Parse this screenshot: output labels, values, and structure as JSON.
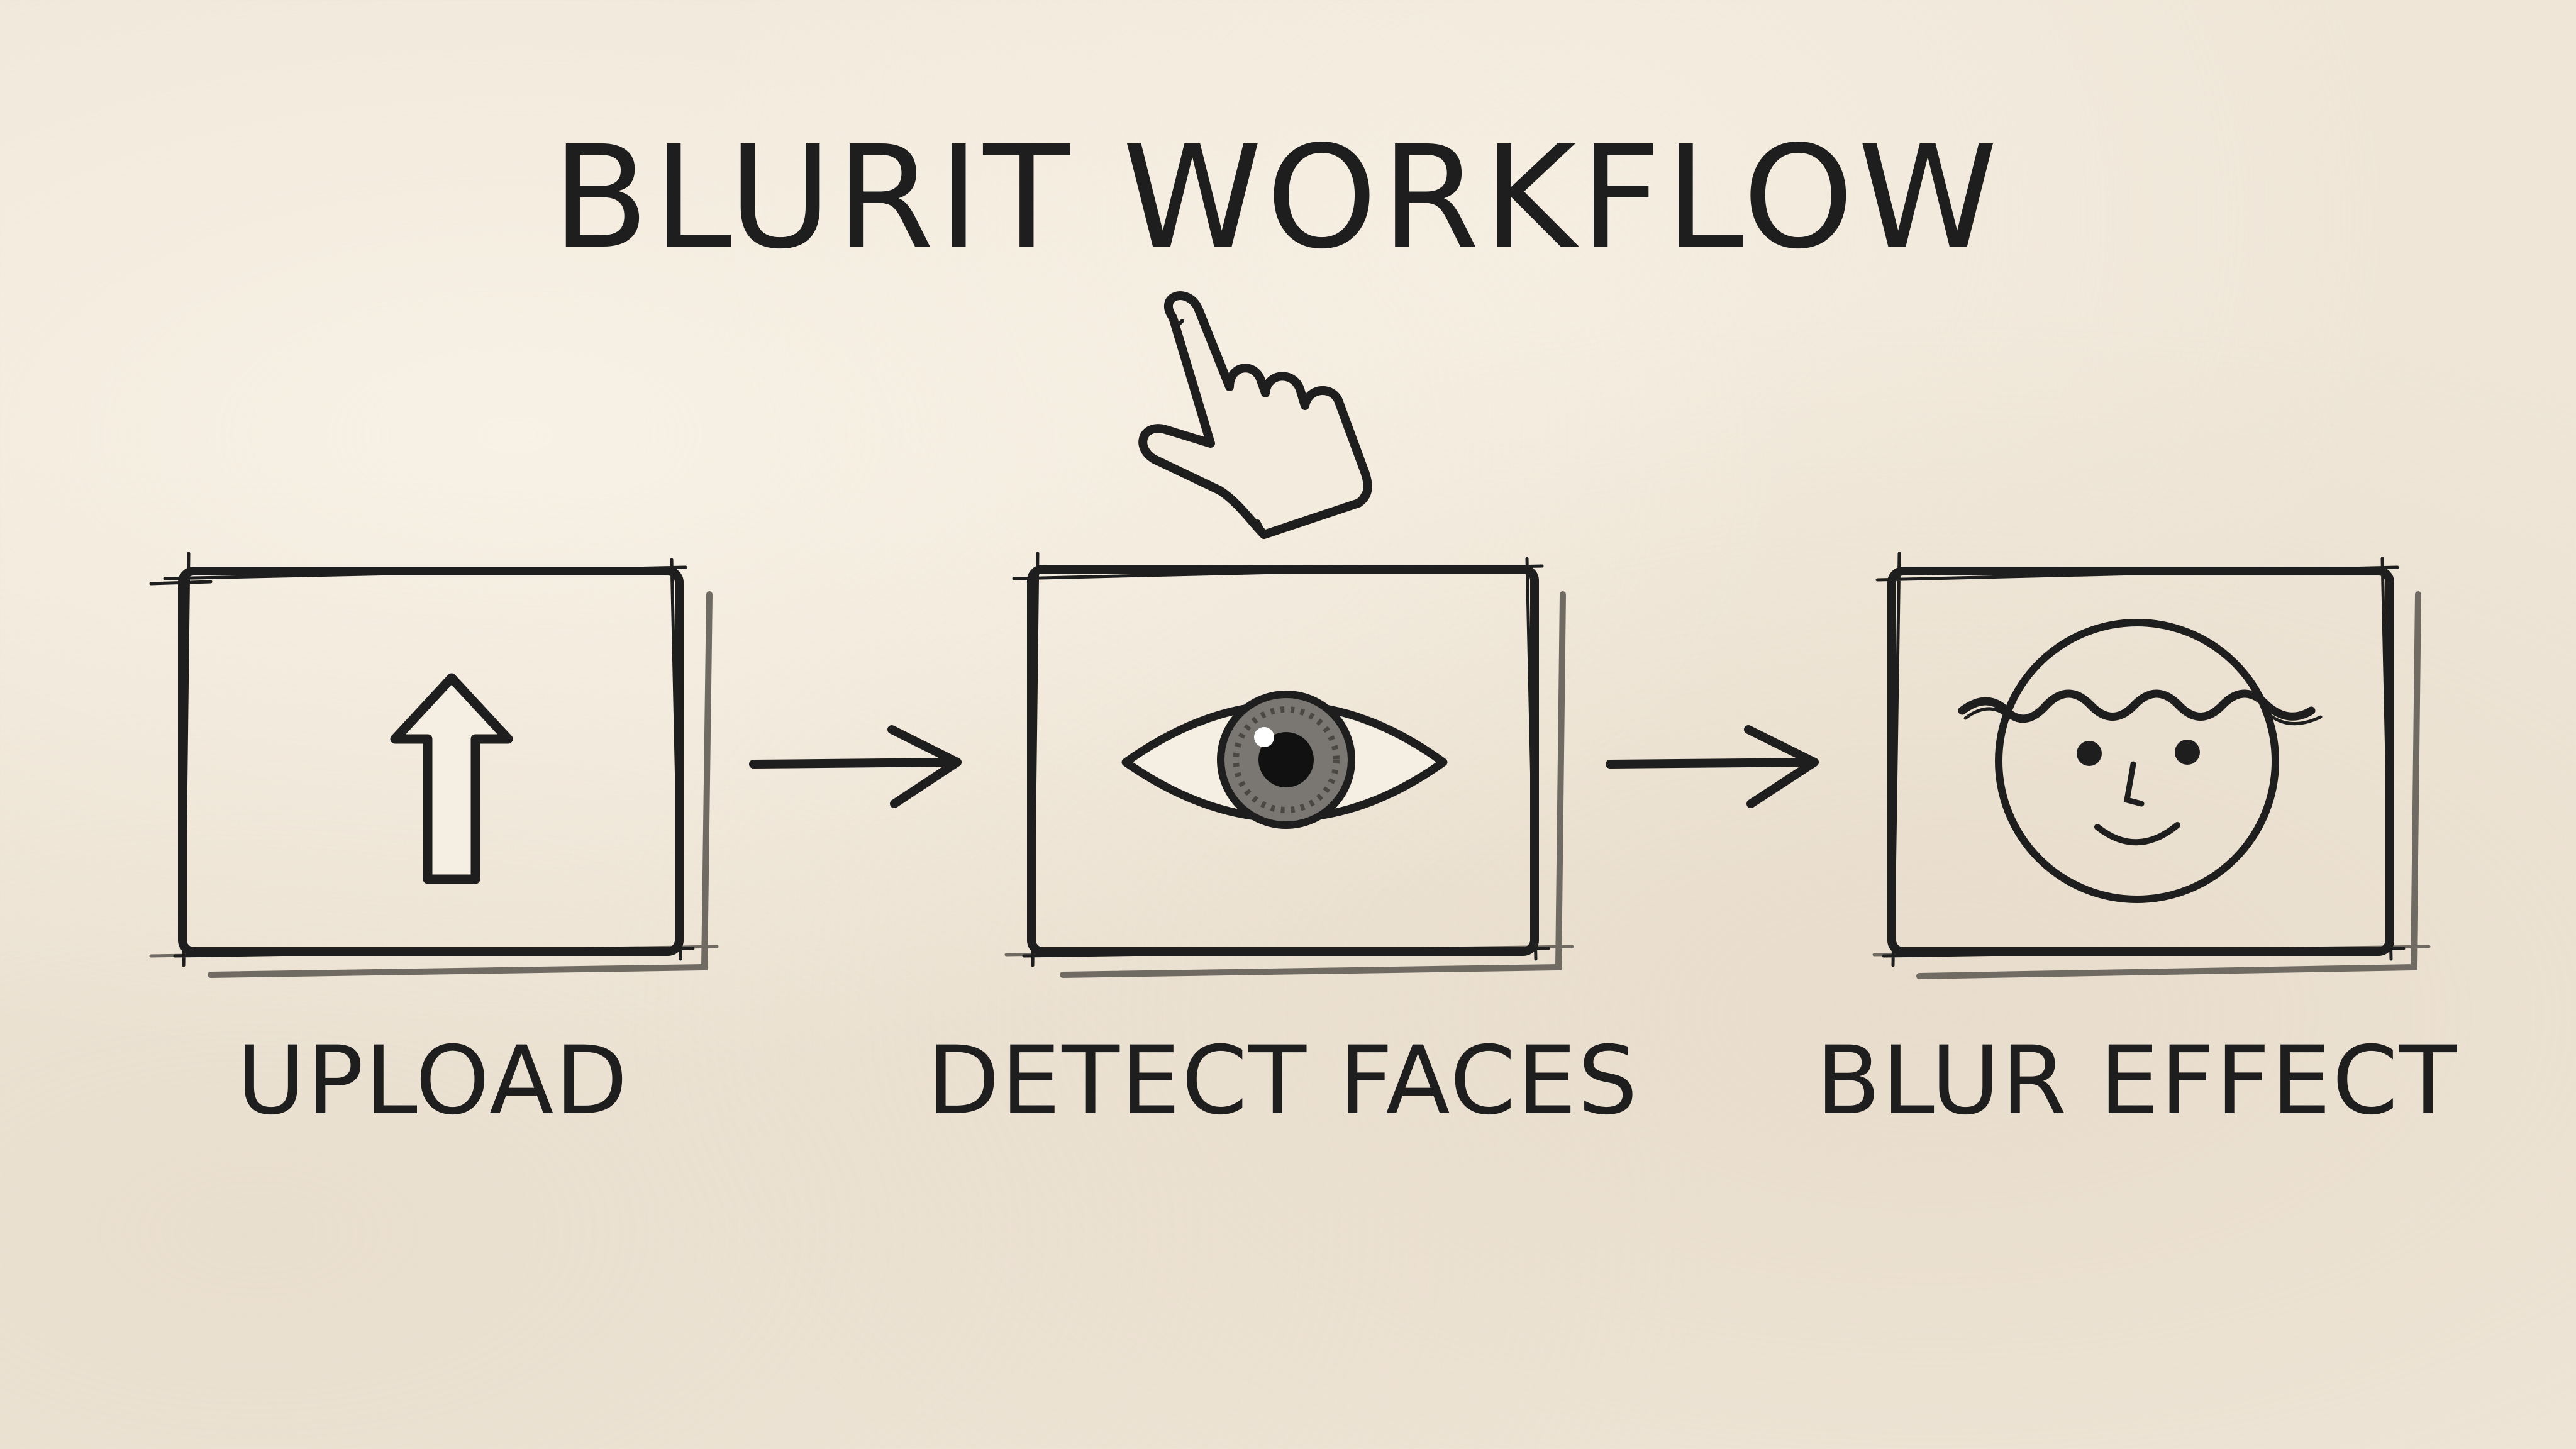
{
  "title": "BLURIT WORKFLOW",
  "steps": [
    {
      "label": "UPLOAD",
      "icon": "upload-arrow-icon"
    },
    {
      "label": "DETECT FACES",
      "icon": "eye-icon"
    },
    {
      "label": "BLUR EFFECT",
      "icon": "smiley-face-icon"
    }
  ],
  "pointer_icon": "hand-pointer-icon",
  "colors": {
    "ink": "#1e1e1e",
    "paper": "#efe6d8",
    "shade": "#6f6a62"
  }
}
